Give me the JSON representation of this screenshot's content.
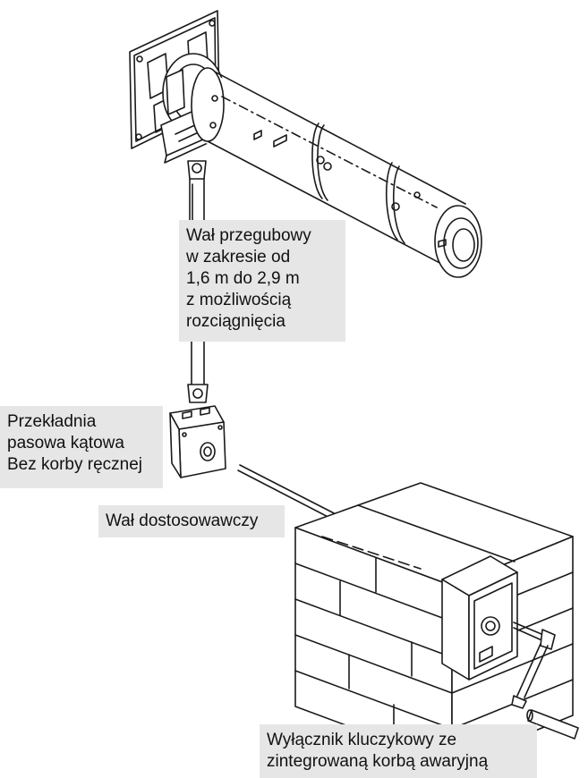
{
  "labels": {
    "articulated_shaft": [
      "Wał przegubowy",
      "w zakresie od",
      "1,6 m do 2,9 m",
      "z możliwością",
      "rozciągnięcia"
    ],
    "angle_gear": [
      "Przekładnia",
      "pasowa kątowa",
      "Bez korby ręcznej"
    ],
    "adjustment_shaft": [
      "Wał dostosowawczy"
    ],
    "key_switch": [
      "Wyłącznik kluczykowy ze",
      "zintegrowaną korbą awaryjną"
    ]
  },
  "colors": {
    "line": "#1a1a1a",
    "label_bg": "#e6e6e6",
    "background": "#ffffff"
  }
}
